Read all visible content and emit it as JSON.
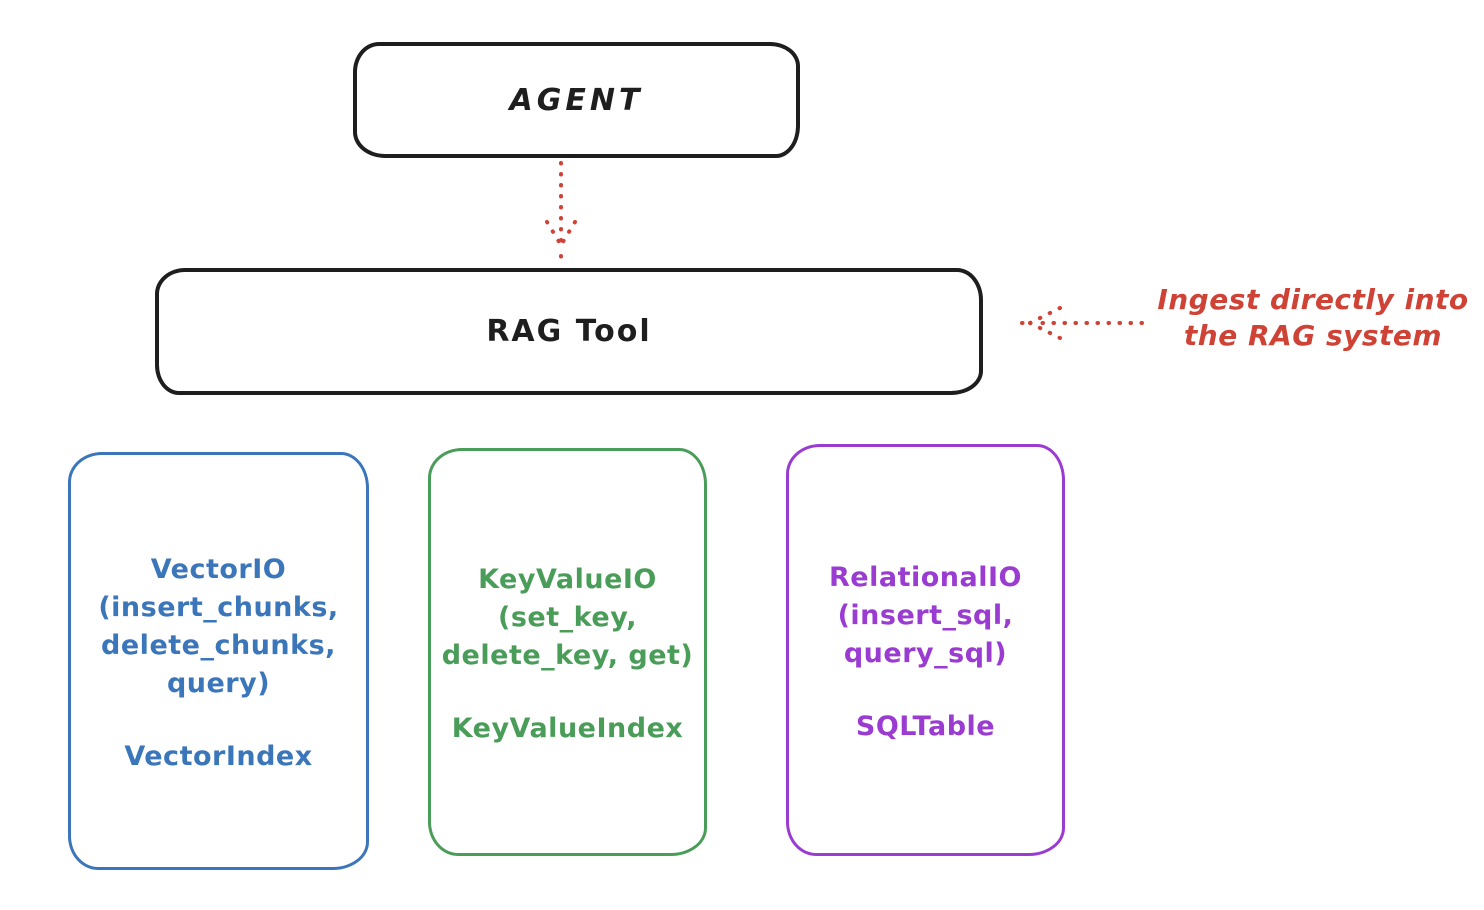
{
  "diagram": {
    "agent_box": {
      "label": "AGENT"
    },
    "rag_tool_box": {
      "label": "RAG Tool"
    },
    "ingest_annotation": {
      "line1": "Ingest directly into",
      "line2": "the RAG system"
    },
    "io_boxes": [
      {
        "name": "vector-io",
        "accent_color": "#3b76bb",
        "lines": [
          "VectorIO",
          "(insert_chunks,",
          "delete_chunks,",
          "query)"
        ],
        "index_label": "VectorIndex"
      },
      {
        "name": "keyvalue-io",
        "accent_color": "#4a9d58",
        "lines": [
          "KeyValueIO",
          "(set_key,",
          "delete_key, get)"
        ],
        "index_label": "KeyValueIndex"
      },
      {
        "name": "relational-io",
        "accent_color": "#9a3bd1",
        "lines": [
          "RelationalIO",
          "(insert_sql,",
          "query_sql)"
        ],
        "index_label": "SQLTable"
      }
    ],
    "colors": {
      "outline": "#1e1e1e",
      "arrow_red": "#cf4336",
      "background": "#ffffff"
    }
  }
}
